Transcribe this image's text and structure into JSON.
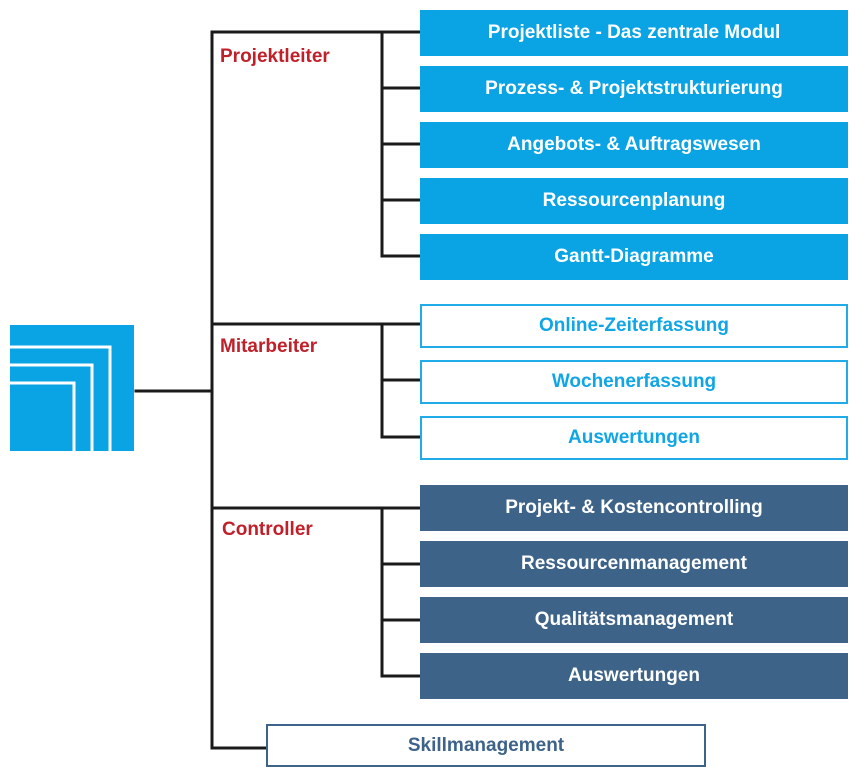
{
  "colors": {
    "cyan": "#0aa3e3",
    "navy": "#3d6389",
    "role_red": "#c0202a",
    "line": "#1a1a1a"
  },
  "icons": {
    "logo": "nested-squares-logo-icon"
  },
  "groups": [
    {
      "role": "Projektleiter",
      "style": "filled-cyan",
      "items": [
        "Projektliste - Das zentrale Modul",
        "Prozess- & Projektstrukturierung",
        "Angebots- & Auftragswesen",
        "Ressourcenplanung",
        "Gantt-Diagramme"
      ]
    },
    {
      "role": "Mitarbeiter",
      "style": "outline-cyan",
      "items": [
        "Online-Zeiterfassung",
        "Wochenerfassung",
        "Auswertungen"
      ]
    },
    {
      "role": "Controller",
      "style": "filled-navy",
      "items": [
        "Projekt- & Kostencontrolling",
        "Ressourcenmanagement",
        "Qualitätsmanagement",
        "Auswertungen"
      ]
    }
  ],
  "standalone": {
    "label": "Skillmanagement",
    "style": "outline-navy"
  }
}
